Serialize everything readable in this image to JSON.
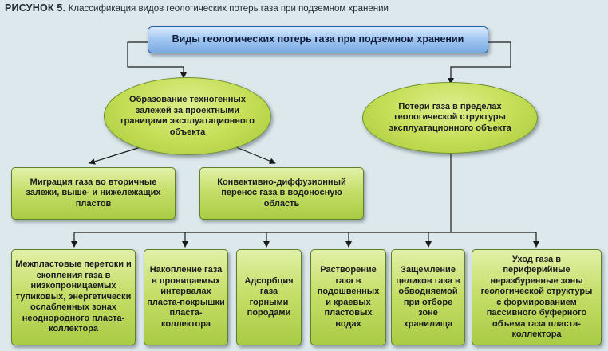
{
  "caption": {
    "label": "РИСУНОК 5.",
    "text": "Классификация видов геологических потерь газа при подземном хранении"
  },
  "root": {
    "text": "Виды геологических потерь газа при подземном хранении"
  },
  "ellipse_left": {
    "text": "Образование техногенных залежей за проектными границами эксплуатационного объекта"
  },
  "ellipse_right": {
    "text": "Потери газа в пределах геологической структуры эксплуатационного объекта"
  },
  "mid_left": {
    "text": "Миграция газа во вторичные залежи, выше- и нижележащих пластов"
  },
  "mid_right": {
    "text": "Конвективно-диффузионный перенос газа в водоносную область"
  },
  "bottom": [
    {
      "text": "Межпластовые перетоки и скопления газа в низкопроницаемых тупиковых, энергетически ослабленных зонах неоднородного пласта-коллектора"
    },
    {
      "text": "Накопление газа в проницаемых интервалах пласта-покрышки пласта-коллектора"
    },
    {
      "text": "Адсорбция газа горными породами"
    },
    {
      "text": "Растворение газа в подошвенных и краевых пластовых водах"
    },
    {
      "text": "Защемление целиков газа в обводняемой при отборе зоне хранилища"
    },
    {
      "text": "Уход газа в периферийные неразбуренные зоны геологической структуры с формированием пассивного буферного объема газа пласта-коллектора"
    }
  ]
}
